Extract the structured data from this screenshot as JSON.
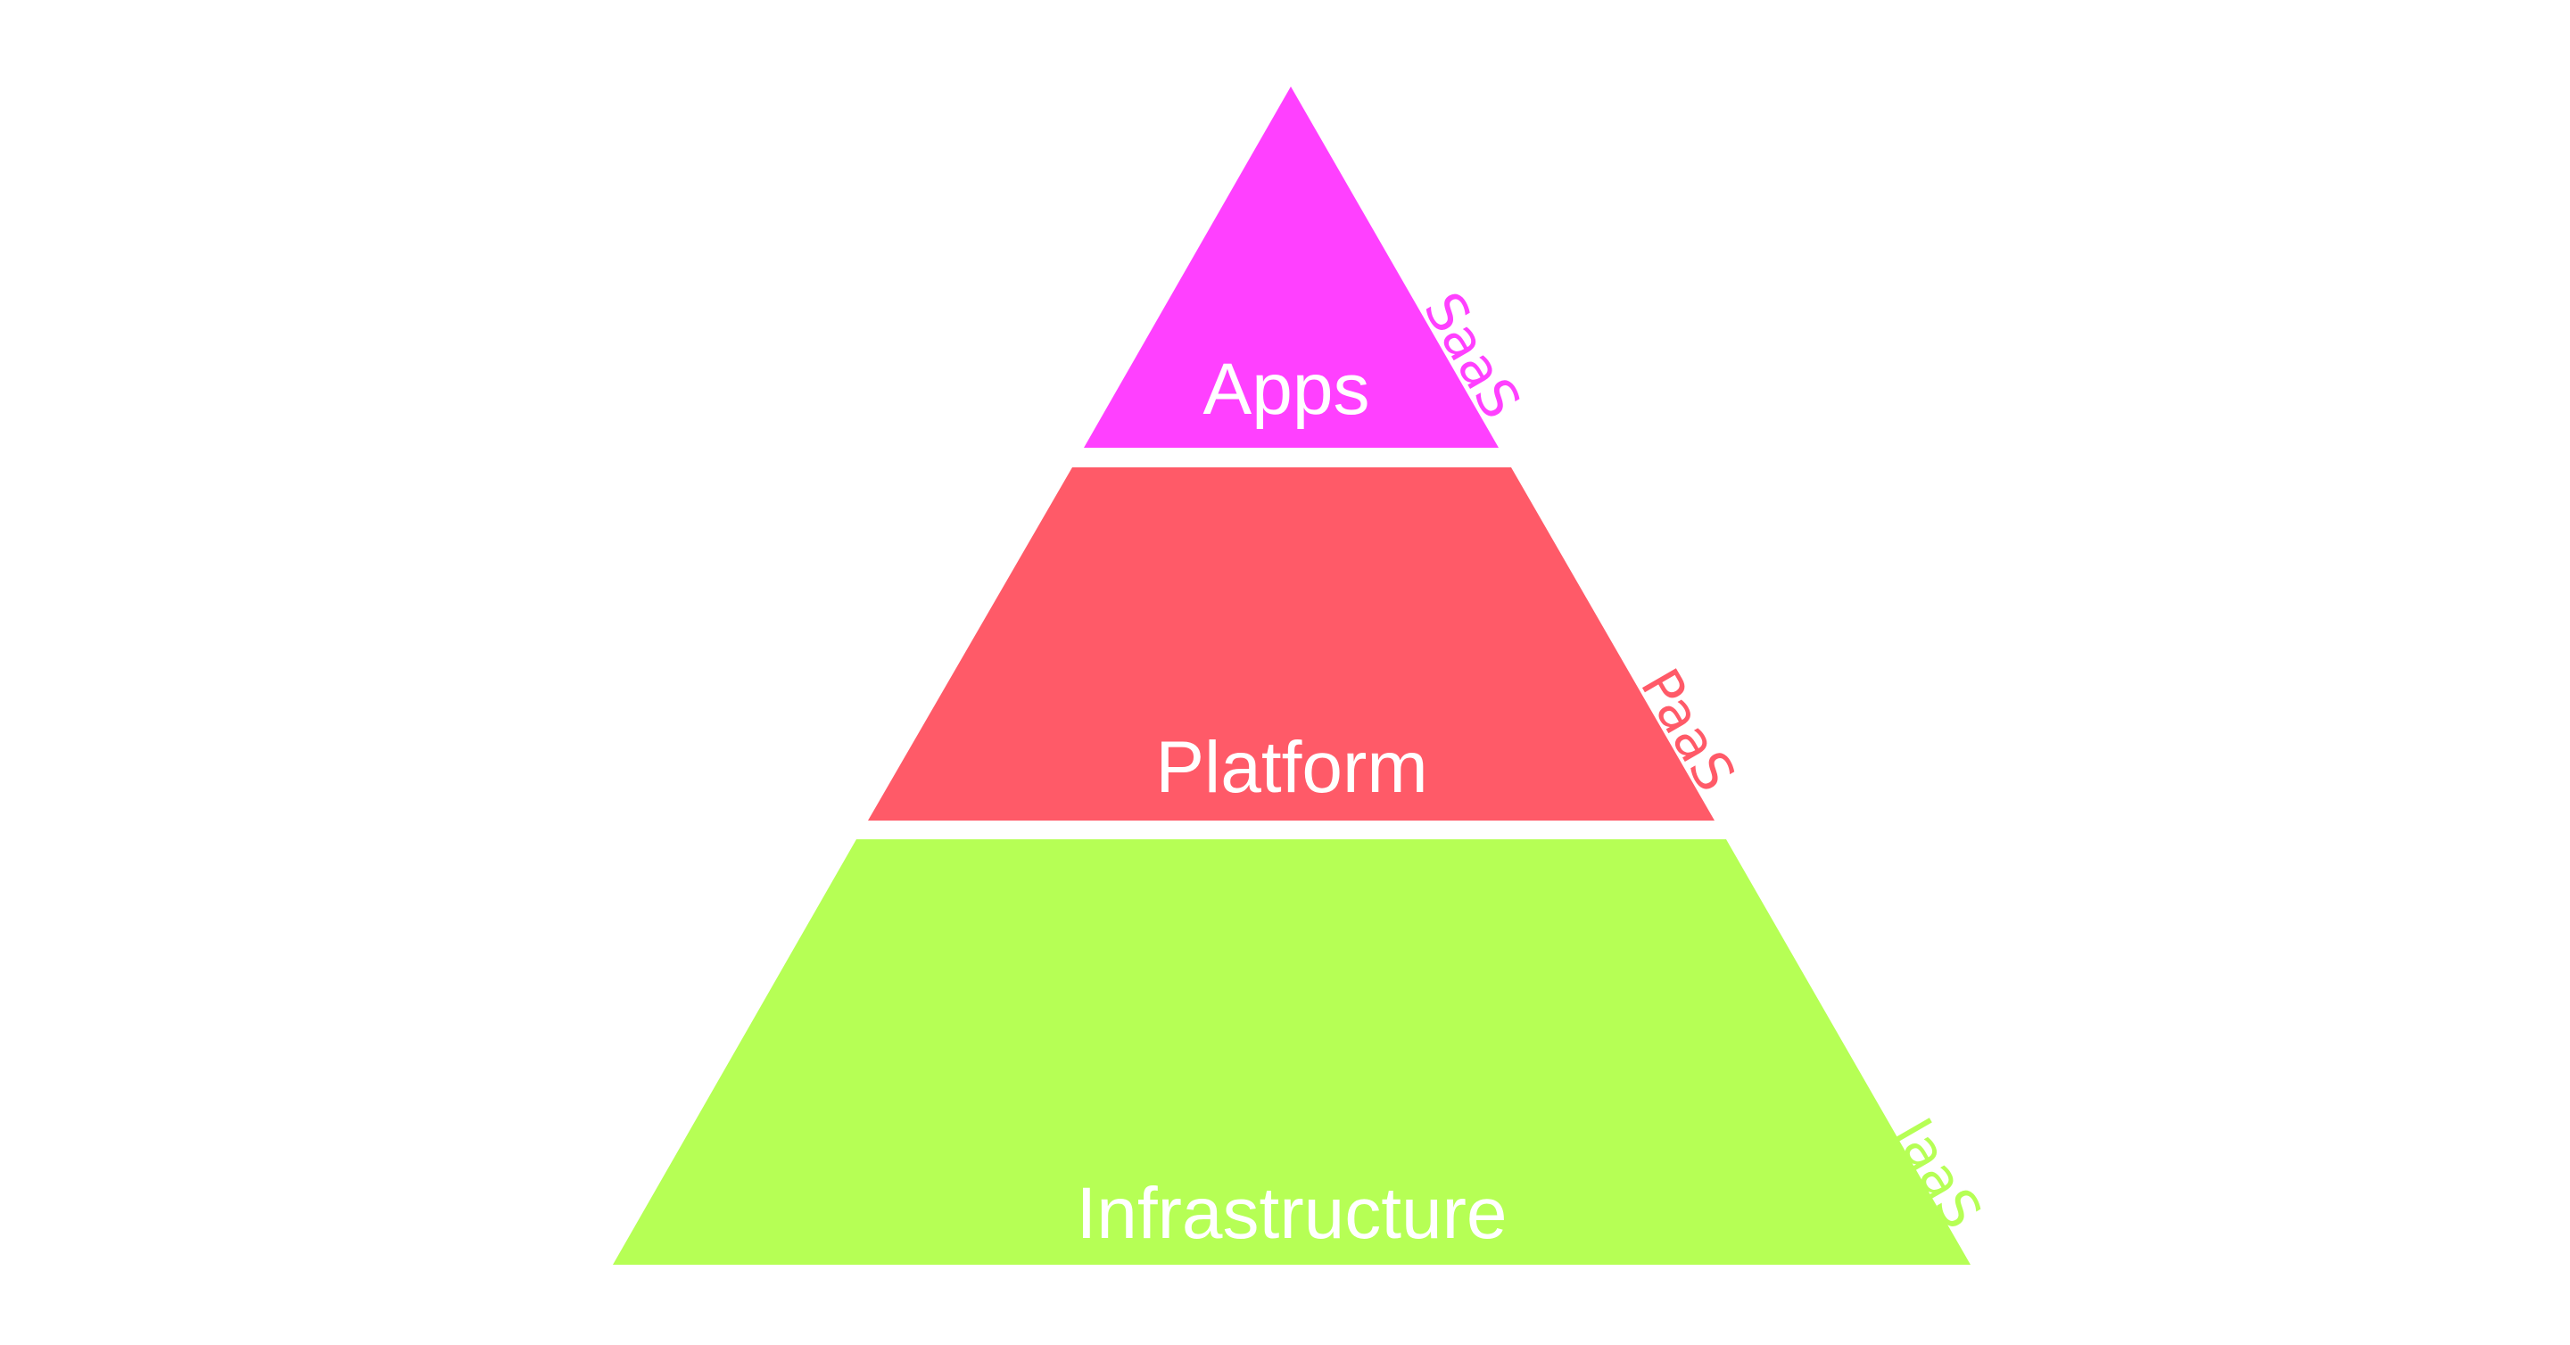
{
  "pyramid": {
    "tiers": [
      {
        "id": "apps",
        "label": "Apps",
        "side_label": "SaaS",
        "color": "#FF40FF",
        "side_color": "#FF40FF"
      },
      {
        "id": "platform",
        "label": "Platform",
        "side_label": "PaaS",
        "color": "#FF5A68",
        "side_color": "#FF5A68"
      },
      {
        "id": "infrastructure",
        "label": "Infrastructure",
        "side_label": "IaaS",
        "color": "#B6FF55",
        "side_color": "#B6FF55"
      }
    ]
  }
}
